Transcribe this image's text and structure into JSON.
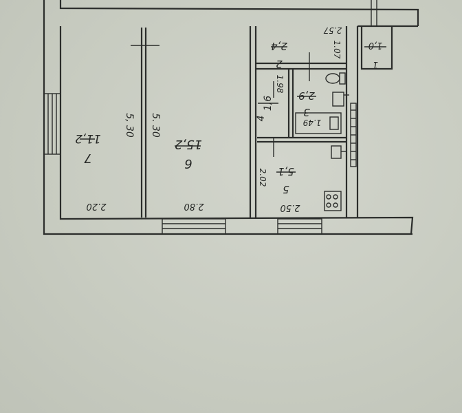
{
  "plan": {
    "rooms": [
      {
        "id": "room-7",
        "number": "7",
        "area": "11,2"
      },
      {
        "id": "room-6",
        "number": "6",
        "area": "15,2"
      },
      {
        "id": "room-2",
        "number": "2",
        "area": "2,4"
      },
      {
        "id": "room-3",
        "number": "3",
        "area": "2,9"
      },
      {
        "id": "room-4",
        "number": "4",
        "area": "1,6"
      },
      {
        "id": "room-5",
        "number": "5",
        "area": "5,1"
      },
      {
        "id": "room-1",
        "number": "1",
        "area": "1,0"
      }
    ],
    "dimensions": {
      "room7_width": "2.20",
      "room6_width": "2.80",
      "room5_width": "2.50",
      "depth_left": "5, 30",
      "depth_right": "5. 30",
      "room2_width": "2.57",
      "room2_depth": "1.07",
      "room4_depth": "1.98",
      "room5_depth": "2.02",
      "bath_width": "1.49"
    }
  }
}
